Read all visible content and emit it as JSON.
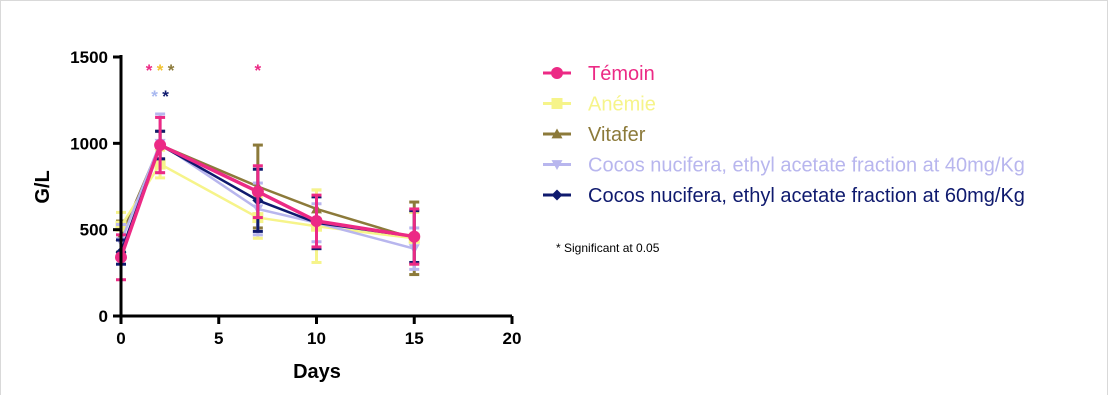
{
  "chart_data": {
    "type": "line",
    "title": "",
    "xlabel": "Days",
    "ylabel": "G/L",
    "xlim": [
      0,
      20
    ],
    "ylim": [
      0,
      1500
    ],
    "xticks": [
      "0",
      "5",
      "10",
      "15",
      "20"
    ],
    "yticks": [
      "0",
      "500",
      "1000",
      "1500"
    ],
    "x": [
      0,
      2,
      7,
      10,
      15
    ],
    "legend_position": "right",
    "series": [
      {
        "name": "Vitafer",
        "color": "#8c7a3a",
        "marker": "triangle-up",
        "values": [
          460,
          990,
          750,
          620,
          450
        ],
        "errors": [
          90,
          80,
          240,
          110,
          210
        ]
      },
      {
        "name": "Anémie",
        "color": "#f6f48a",
        "marker": "square",
        "values": [
          520,
          880,
          570,
          520,
          450
        ],
        "errors": [
          80,
          80,
          120,
          210,
          150
        ]
      },
      {
        "name": "Cocos nucifera, ethyl acetate fraction at 40mg/Kg",
        "color": "#b8b6ee",
        "marker": "triangle-down",
        "values": [
          430,
          1000,
          620,
          540,
          390
        ],
        "errors": [
          100,
          170,
          150,
          110,
          120
        ]
      },
      {
        "name": "Cocos nucifera, ethyl acetate fraction at 60mg/Kg",
        "color": "#0f1a6e",
        "marker": "diamond",
        "values": [
          370,
          990,
          670,
          540,
          460
        ],
        "errors": [
          70,
          80,
          180,
          150,
          150
        ]
      },
      {
        "name": "Témoin",
        "color": "#ec2a85",
        "marker": "circle",
        "values": [
          340,
          990,
          720,
          550,
          460
        ],
        "errors": [
          130,
          160,
          150,
          150,
          160
        ]
      }
    ],
    "legend_order": [
      4,
      1,
      0,
      2,
      3
    ],
    "annotations": [
      {
        "text": "*",
        "x": 2,
        "row": 1,
        "color": "#ec2a85"
      },
      {
        "text": "*",
        "x": 2,
        "row": 1,
        "color": "#f2c230"
      },
      {
        "text": "*",
        "x": 2,
        "row": 1,
        "color": "#8c7a3a"
      },
      {
        "text": "*",
        "x": 2,
        "row": 2,
        "color": "#a9b9f0"
      },
      {
        "text": "*",
        "x": 2,
        "row": 2,
        "color": "#0f1a6e"
      },
      {
        "text": "*",
        "x": 7,
        "row": 1,
        "color": "#ec2a85"
      }
    ],
    "note": "* Significant at 0.05"
  }
}
